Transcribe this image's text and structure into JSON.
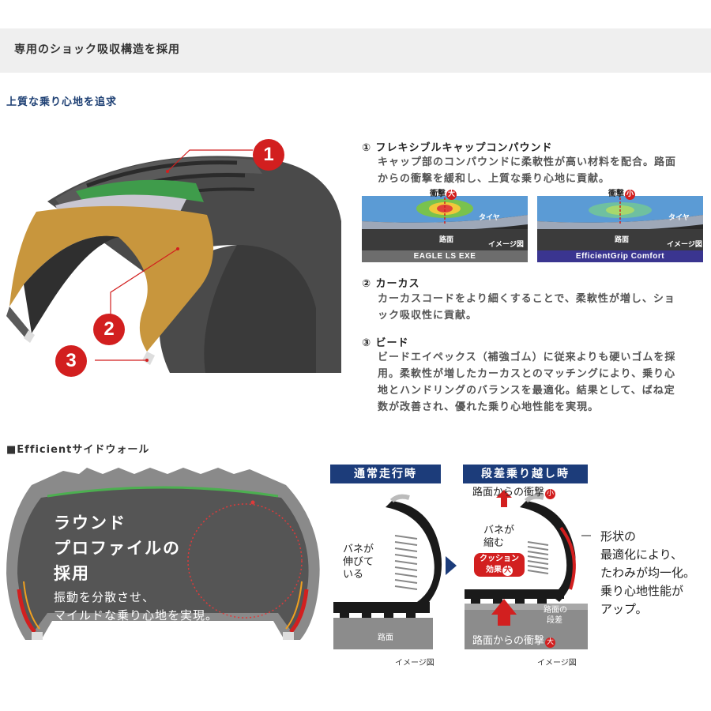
{
  "header": {
    "title": "専用のショック吸収構造を採用"
  },
  "subtitle": "上質な乗り心地を追求",
  "badges": [
    "1",
    "2",
    "3"
  ],
  "features": [
    {
      "title": "① フレキシブルキャップコンパウンド",
      "lines": [
        "キャップ部のコンパウンドに柔軟性が高い材料を配合。路面",
        "からの衝撃を緩和し、上質な乗り心地に貢献。"
      ]
    },
    {
      "title": "② カーカス",
      "lines": [
        "カーカスコードをより細くすることで、柔軟性が増し、ショ",
        "ック吸収性に貢献。"
      ]
    },
    {
      "title": "③ ビード",
      "lines": [
        "ビードエイペックス（補強ゴム）に従来よりも硬いゴムを採",
        "用。柔軟性が増したカーカスとのマッチングにより、乗り心",
        "地とハンドリングのバランスを最適化。結果として、ばね定",
        "数が改善され、優れた乗り心地性能を実現。"
      ]
    }
  ],
  "simulations": [
    {
      "impact": "衝撃",
      "level": "大",
      "tire": "タイヤ",
      "road": "路面",
      "note": "イメージ図",
      "label": "EAGLE LS EXE",
      "label_color": "#6d6d6d"
    },
    {
      "impact": "衝撃",
      "level": "小",
      "tire": "タイヤ",
      "road": "路面",
      "note": "イメージ図",
      "label": "EfficientGrip Comfort",
      "label_color": "#3a3590"
    }
  ],
  "sidewall": {
    "section_title": "■Efficientサイドウォール",
    "heading_lines": [
      "ラウンド",
      "プロファイルの",
      "採用"
    ],
    "desc_lines": [
      "振動を分散させ、",
      "マイルドな乗り心地を実現。"
    ],
    "note": "イメージ図"
  },
  "comparison": {
    "normal": {
      "title": "通常走行時",
      "spring_lines": [
        "バネが",
        "伸びて",
        "いる"
      ],
      "road": "路面",
      "note": "イメージ図"
    },
    "step": {
      "title": "段差乗り越し時",
      "impact_top": "路面からの衝撃",
      "impact_top_level": "小",
      "spring_lines": [
        "バネが",
        "縮む"
      ],
      "cushion_lines": [
        "クッション",
        "効果"
      ],
      "cushion_level": "大",
      "step_lines": [
        "路面の",
        "段差"
      ],
      "impact_bottom": "路面からの衝撃",
      "impact_bottom_level": "大",
      "note": "イメージ図"
    },
    "right_lines": [
      "形状の",
      "最適化により、",
      "たわみが均一化。",
      "乗り心地性能が",
      "アップ。"
    ]
  }
}
